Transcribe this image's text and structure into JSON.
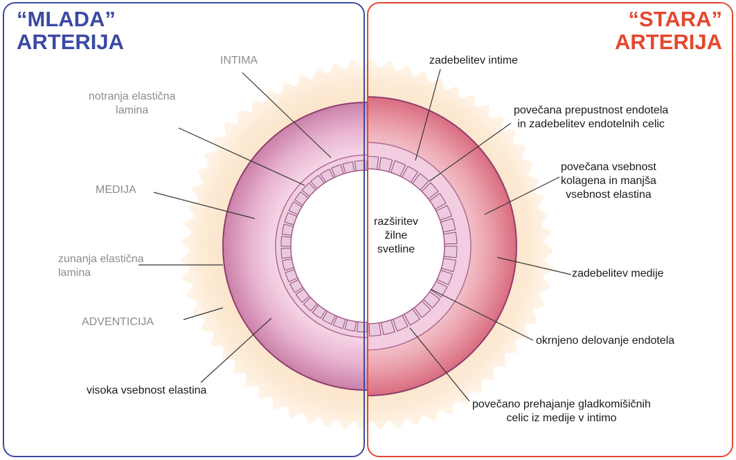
{
  "colors": {
    "young_accent": "#3a4aa3",
    "old_accent": "#e5472d",
    "adventitia": "#f9e3c8",
    "media": "#d9a0bf",
    "intima": "#f3cfe0",
    "lumen": "#ffffff"
  },
  "young": {
    "title_line1": "“MLADA”",
    "title_line2": "ARTERIJA",
    "labels": {
      "intima": "INTIMA",
      "internal_lamina_1": "notranja elastična",
      "internal_lamina_2": "lamina",
      "media": "MEDIJA",
      "external_lamina_1": "zunanja elastična",
      "external_lamina_2": "lamina",
      "adventitia": "ADVENTICIJA",
      "elastin": "visoka vsebnost elastina"
    }
  },
  "old": {
    "title_line1": "“STARA”",
    "title_line2": "ARTERIJA",
    "labels": {
      "intima_thickening": "zadebelitev intime",
      "permeability_1": "povečana prepustnost endotela",
      "permeability_2": "in zadebelitev endotelnih celic",
      "collagen_1": "povečana vsebnost",
      "collagen_2": "kolagena in manjša",
      "collagen_3": "vsebnost elastina",
      "media_thickening": "zadebelitev medije",
      "endothelial": "okrnjeno delovanje endotela",
      "migration_1": "povečano prehajanje gladkomišičnih",
      "migration_2": "celic iz medije v intimo"
    }
  },
  "lumen": {
    "line1": "razširitev",
    "line2": "žilne",
    "line3": "svetline"
  }
}
